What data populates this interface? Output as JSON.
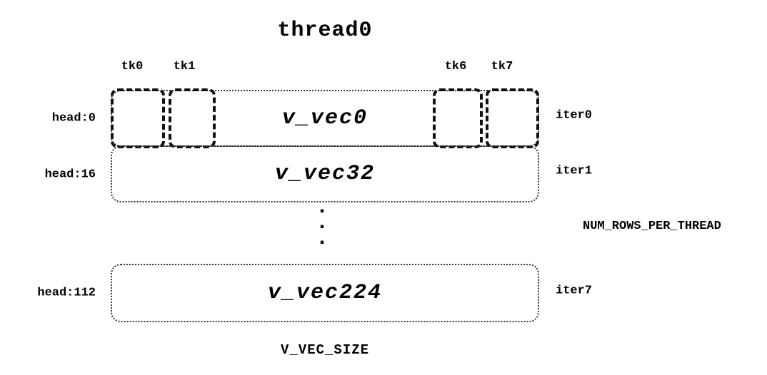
{
  "title": "thread0",
  "tick_labels": [
    "tk0",
    "tk1",
    "tk6",
    "tk7"
  ],
  "rows": [
    {
      "head": "head:0",
      "vec": "v_vec0",
      "iter": "iter0"
    },
    {
      "head": "head:16",
      "vec": "v_vec32",
      "iter": "iter1"
    },
    {
      "head": "head:112",
      "vec": "v_vec224",
      "iter": "iter7"
    }
  ],
  "ellipsis_dot": ".",
  "side_label": "NUM_ROWS_PER_THREAD",
  "bottom_label": "V_VEC_SIZE"
}
